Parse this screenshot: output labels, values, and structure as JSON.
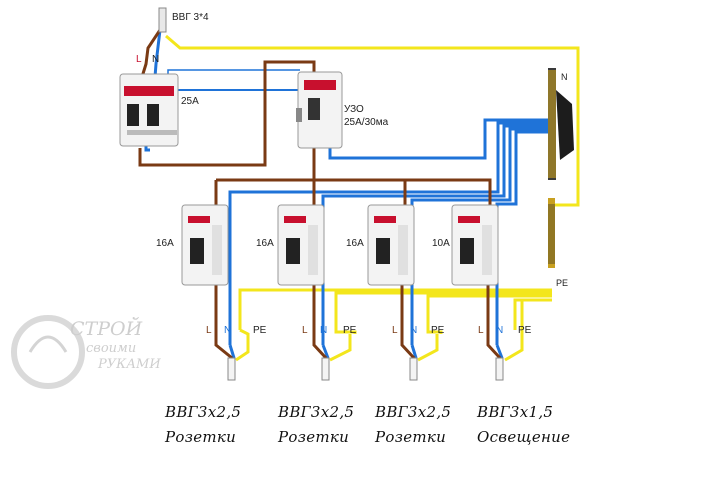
{
  "colors": {
    "brown": "#7a3a14",
    "blue": "#1f73d8",
    "yellow": "#f3e61c",
    "device": "#f2f2f2",
    "red": "#c8102e"
  },
  "input_cable": "ВВГ 3*4",
  "main_breaker": {
    "label_l": "L",
    "label_n": "N",
    "rating": "25A"
  },
  "rcd": {
    "title": "УЗО",
    "rating": "25А/30ма"
  },
  "buses": {
    "n_label": "N",
    "pe_label": "PE"
  },
  "branches": [
    {
      "rating": "16А",
      "l": "L",
      "n": "N",
      "pe": "PE",
      "cable": "ВВГ3х2,5",
      "purpose": "Розетки"
    },
    {
      "rating": "16А",
      "l": "L",
      "n": "N",
      "pe": "PE",
      "cable": "ВВГ3х2,5",
      "purpose": "Розетки"
    },
    {
      "rating": "16А",
      "l": "L",
      "n": "N",
      "pe": "PE",
      "cable": "ВВГ3х2,5",
      "purpose": "Розетки"
    },
    {
      "rating": "10А",
      "l": "L",
      "n": "N",
      "pe": "PE",
      "cable": "ВВГ3х1,5",
      "purpose": "Освещение"
    }
  ],
  "watermark": {
    "line1": "СТРОЙ",
    "line2": "своими",
    "line3": "РУКАМИ"
  }
}
